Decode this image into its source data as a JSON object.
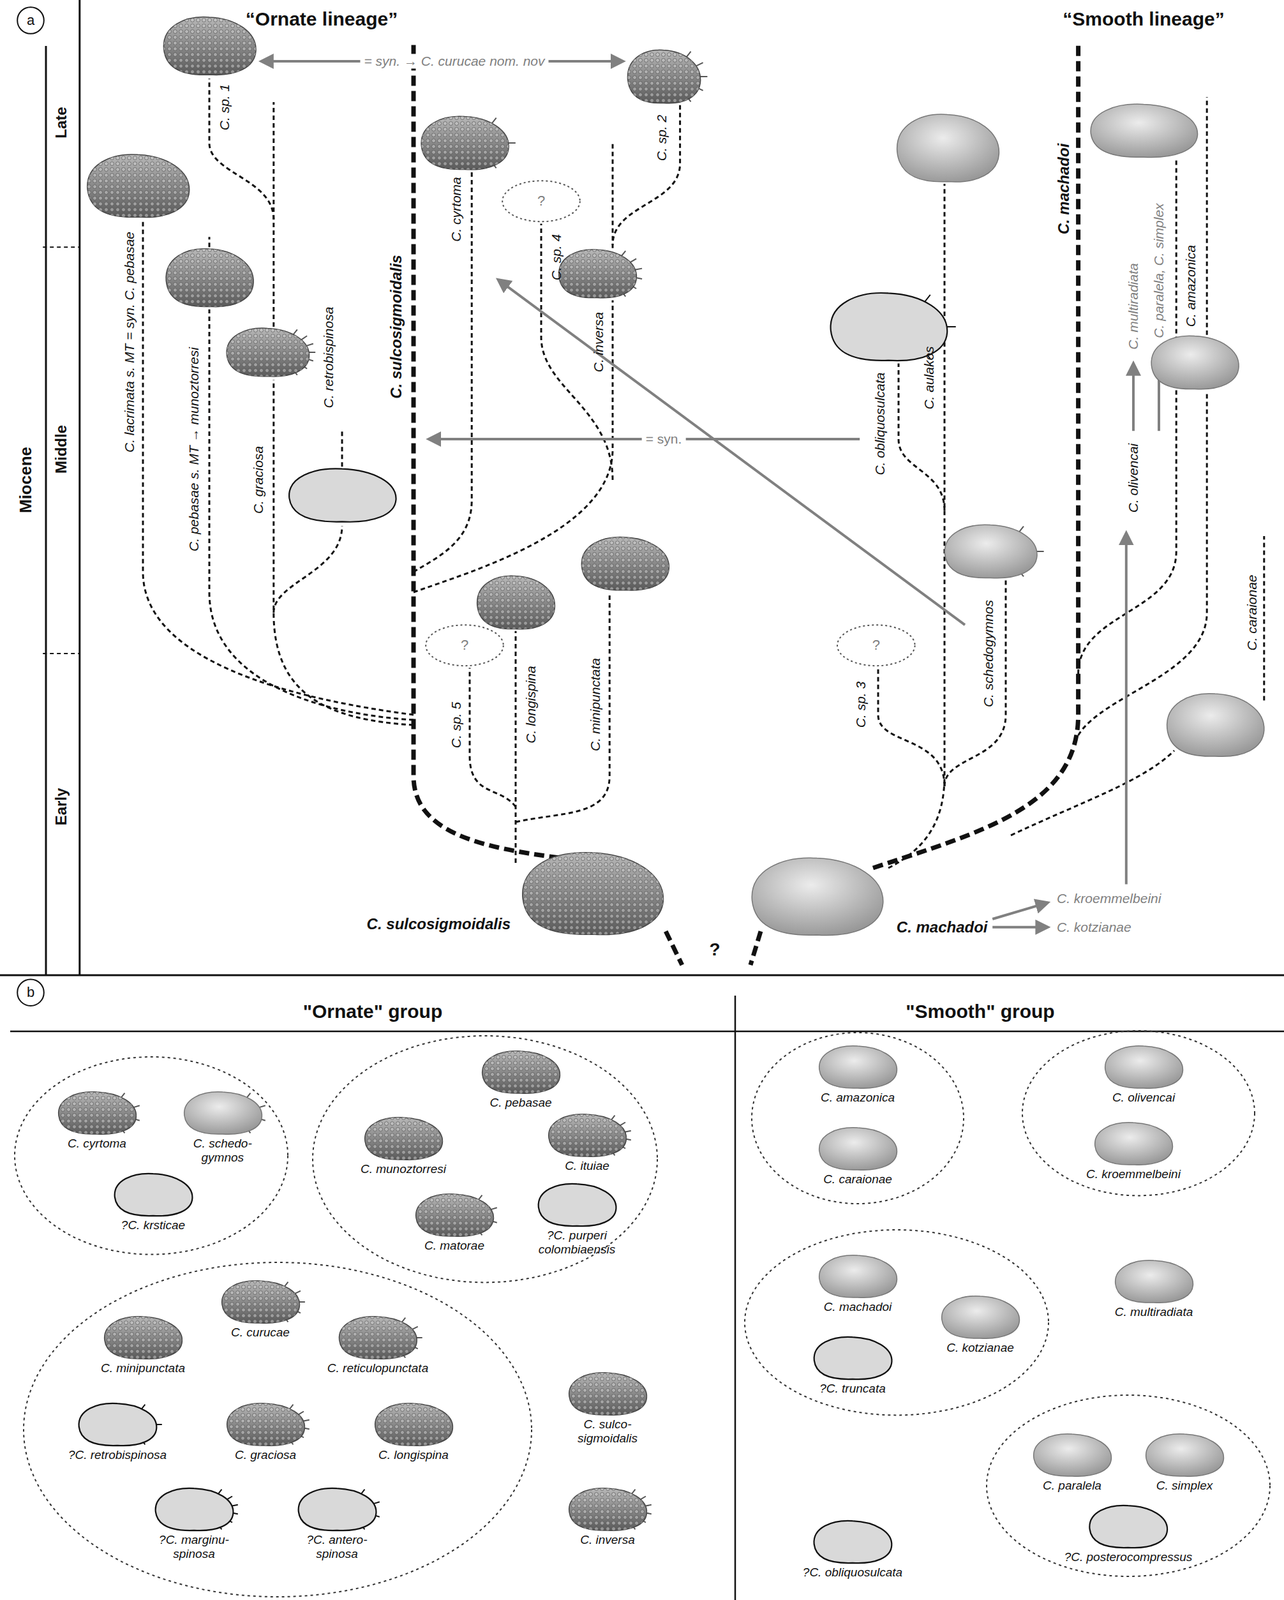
{
  "diagram": {
    "nodes": [
      {
        "text": []
      },
      {
        "text": [
          "C. cyrtoma"
        ],
        "in": 0
      },
      {
        "text": [
          "C. schedo- gymnos"
        ],
        "in": 0
      },
      {
        "text": [
          "?C. krsticae"
        ],
        "in": 0
      },
      {
        "text": []
      },
      {
        "text": [
          "C. pebasae"
        ],
        "in": 4
      },
      {
        "text": [
          "C. munoztorresi"
        ],
        "in": 4
      },
      {
        "text": [
          "C. ituiae"
        ],
        "in": 4
      },
      {
        "text": [
          "C. matorae"
        ],
        "in": 4
      },
      {
        "text": [
          "?C. purperi colombiaensis"
        ],
        "in": 4
      },
      {
        "text": []
      },
      {
        "text": [
          "C. minipunctata"
        ],
        "in": 10
      },
      {
        "text": [
          "C. curucae"
        ],
        "in": 10
      },
      {
        "text": [
          "C. reticulopunctata"
        ],
        "in": 10
      },
      {
        "text": [
          "?C. retrobispinosa"
        ],
        "in": 10
      },
      {
        "text": [
          "C. graciosa"
        ],
        "in": 10
      },
      {
        "text": [
          "C. longispina"
        ],
        "in": 10
      },
      {
        "text": [
          "?C. marginu- spinosa"
        ],
        "in": 10
      },
      {
        "text": [
          "?C. antero- spinosa"
        ],
        "in": 10
      },
      {
        "text": [
          "C. sulco- sigmoidalis"
        ]
      },
      {
        "text": [
          "C. inversa"
        ]
      },
      {
        "text": []
      },
      {
        "text": [
          "C. amazonica"
        ],
        "in": 21
      },
      {
        "text": [
          "C. caraionae"
        ],
        "in": 21
      },
      {
        "text": []
      },
      {
        "text": [
          "C. olivencai"
        ],
        "in": 24
      },
      {
        "text": [
          "C. kroemmelbeini"
        ],
        "in": 24
      },
      {
        "text": []
      },
      {
        "text": [
          "C. machadoi"
        ],
        "in": 27
      },
      {
        "text": [
          "C. kotzianae"
        ],
        "in": 27
      },
      {
        "text": [
          "?C. truncata"
        ],
        "in": 27
      },
      {
        "text": [
          "C. multiradiata"
        ]
      },
      {
        "text": []
      },
      {
        "text": [
          "C. paralela"
        ],
        "in": 32
      },
      {
        "text": [
          "C. simplex"
        ],
        "in": 32
      },
      {
        "text": [
          "?C. posterocompressus"
        ],
        "in": 32
      },
      {
        "text": [
          "?C. obliquosulcata"
        ]
      }
    ],
    "labels": [
      "a",
      "“Ornate lineage”",
      "“Smooth lineage”",
      "= syn. → C. curucae nom. nov",
      "Late",
      "Middle",
      "Early",
      "Miocene",
      "C. sp. 1",
      "C. lacrimata s. MT = syn. C. pebasae",
      "C. pebasae s. MT → munoztorresi",
      "C. graciosa",
      "C. retrobispinosa",
      "C. sulcosigmoidalis",
      "C. cyrtoma",
      "?",
      "C. sp. 4",
      "C. inversa",
      "C. sp. 2",
      "= syn.",
      "C. obliquosulcata",
      "C. aulakos",
      "C. machadoi",
      "C. multiradiata",
      "C. paralela, C. simplex",
      "C. olivencai",
      "C. amazonica",
      "?",
      "C. sp. 5",
      "C. longispina",
      "C. minipunctata",
      "?",
      "C. sp. 3",
      "C. schedogymnos",
      "C. caraionae",
      "C. sulcosigmoidalis",
      "?",
      "C. machadoi",
      "C. kroemmelbeini",
      "C. kotzianae",
      "b",
      "\"Ornate\" group",
      "\"Smooth\" group"
    ]
  }
}
